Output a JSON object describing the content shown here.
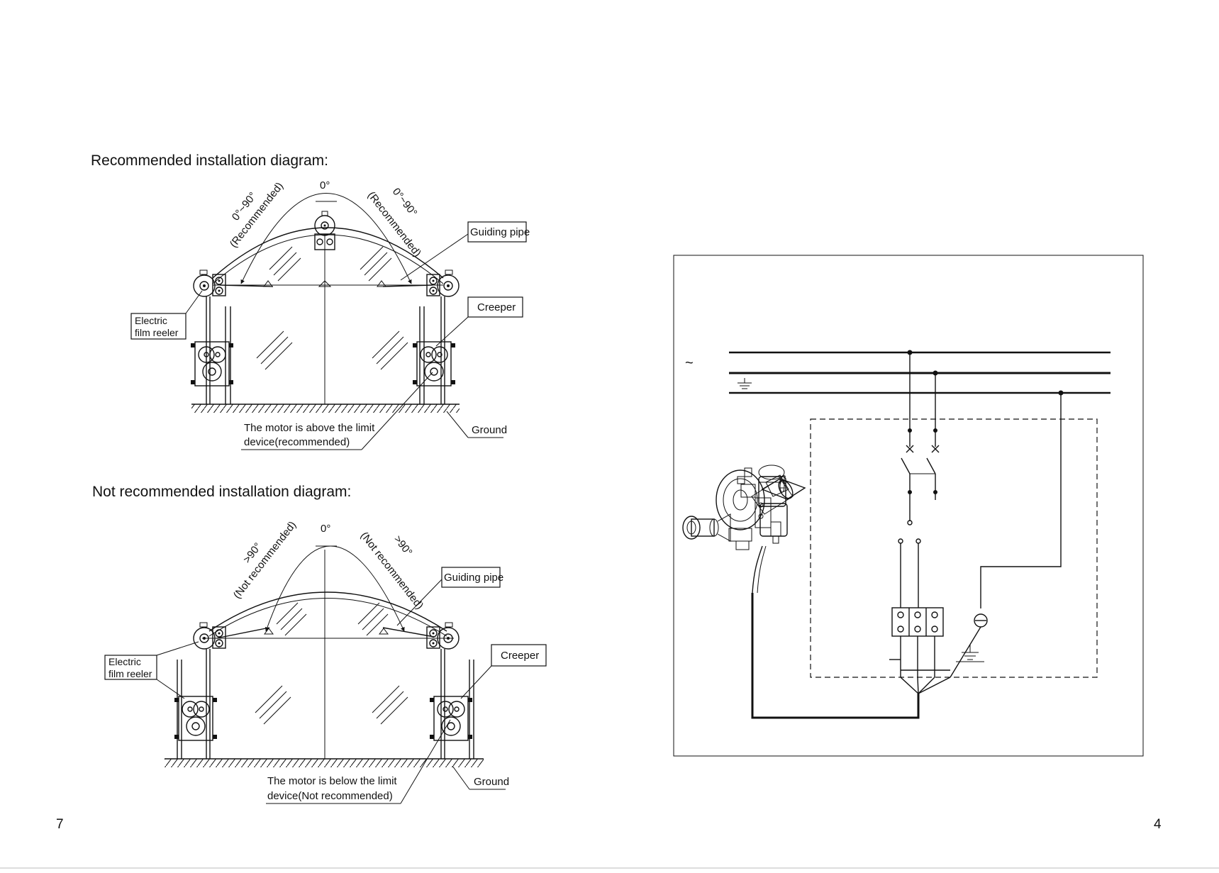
{
  "left_page": {
    "page_number": "7",
    "recommended": {
      "heading": "Recommended installation diagram:",
      "angle_zero": "0°",
      "angle_left_1": "0°~90°",
      "angle_left_2": "(Recommended)",
      "angle_right_1": "0°~90°",
      "angle_right_2": "(Recommended)",
      "label_guiding_pipe": "Guiding pipe",
      "label_creeper": "Creeper",
      "label_electric_1": "Electric",
      "label_electric_2": "film reeler",
      "label_ground": "Ground",
      "note_1": "The motor is above the limit",
      "note_2": "device(recommended)"
    },
    "not_recommended": {
      "heading": "Not recommended installation diagram:",
      "angle_zero": "0°",
      "angle_left_1": ">90°",
      "angle_left_2": "(Not recommended)",
      "angle_right_1": ">90°",
      "angle_right_2": "(Not recommended)",
      "label_guiding_pipe": "Guiding pipe",
      "label_creeper": "Creeper",
      "label_electric_1": "Electric",
      "label_electric_2": "film reeler",
      "label_ground": "Ground",
      "note_1": "The motor is below the limit",
      "note_2": "device(Not recommended)"
    }
  },
  "right_page": {
    "page_number": "4",
    "wiring": {
      "ac_symbol": "~"
    }
  }
}
